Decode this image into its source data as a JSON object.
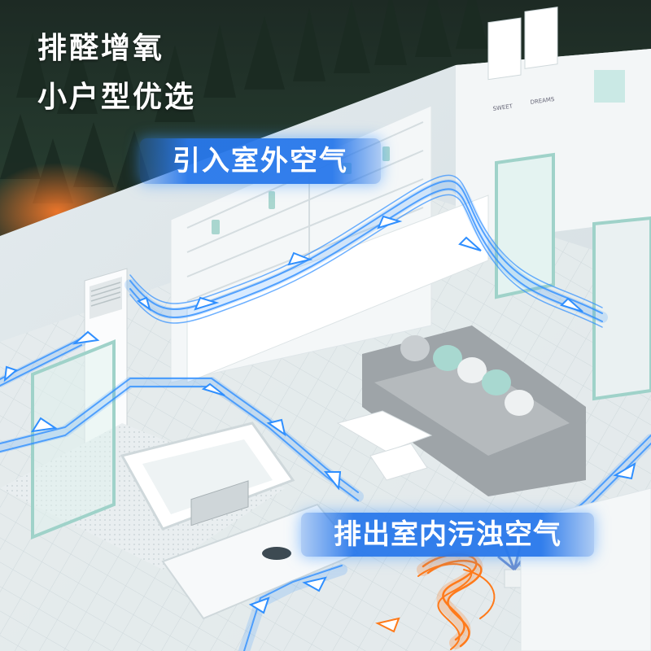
{
  "headline": {
    "line1": "排醛增氧",
    "line2": "小户型优选"
  },
  "labels": {
    "intake": "引入室外空气",
    "exhaust": "排出室内污浊空气"
  },
  "artwork": {
    "sign_left": "SWEET",
    "sign_right": "DREAMS"
  },
  "colors": {
    "fresh_air": "#2f8fff",
    "stale_air": "#ff7a1a",
    "label_blue": "#2878eb"
  }
}
